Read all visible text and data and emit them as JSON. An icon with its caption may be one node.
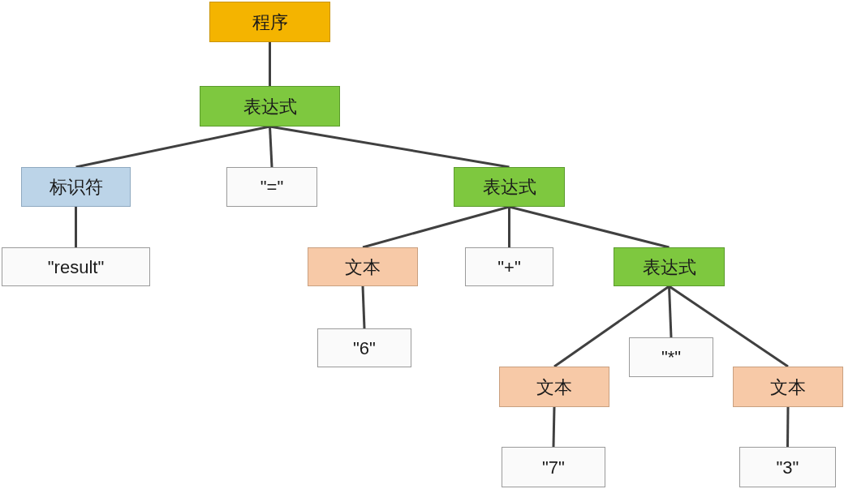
{
  "diagram": {
    "nodes": [
      {
        "text": [
          "程序"
        ]
      },
      {
        "text": [
          "表达式"
        ]
      },
      {
        "text": [
          "标识符"
        ]
      },
      {
        "text": [
          "\"=\""
        ]
      },
      {
        "text": [
          "表达式"
        ]
      },
      {
        "text": [
          "\"result\""
        ]
      },
      {
        "text": [
          "文本"
        ]
      },
      {
        "text": [
          "\"+\""
        ]
      },
      {
        "text": [
          "表达式"
        ]
      },
      {
        "text": [
          "\"6\""
        ]
      },
      {
        "text": [
          "文本"
        ]
      },
      {
        "text": [
          "\"*\""
        ]
      },
      {
        "text": [
          "文本"
        ]
      },
      {
        "text": [
          "\"7\""
        ]
      },
      {
        "text": [
          "\"3\""
        ]
      }
    ],
    "edges": [
      {
        "from": 0,
        "to": 1,
        "arrow": "none"
      },
      {
        "from": 1,
        "to": 2,
        "arrow": "none"
      },
      {
        "from": 1,
        "to": 3,
        "arrow": "none"
      },
      {
        "from": 1,
        "to": 4,
        "arrow": "none"
      },
      {
        "from": 2,
        "to": 5,
        "arrow": "none"
      },
      {
        "from": 4,
        "to": 6,
        "arrow": "none"
      },
      {
        "from": 4,
        "to": 7,
        "arrow": "none"
      },
      {
        "from": 4,
        "to": 8,
        "arrow": "none"
      },
      {
        "from": 6,
        "to": 9,
        "arrow": "none"
      },
      {
        "from": 8,
        "to": 10,
        "arrow": "none"
      },
      {
        "from": 8,
        "to": 11,
        "arrow": "none"
      },
      {
        "from": 8,
        "to": 12,
        "arrow": "none"
      },
      {
        "from": 10,
        "to": 13,
        "arrow": "none"
      },
      {
        "from": 12,
        "to": 14,
        "arrow": "none"
      }
    ]
  }
}
